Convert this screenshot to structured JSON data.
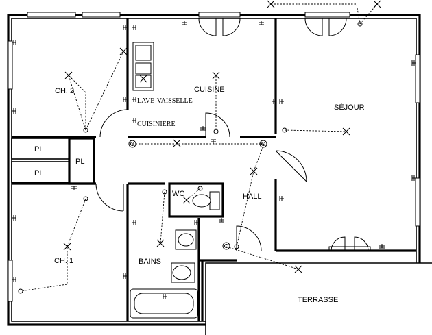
{
  "rooms": {
    "ch2": "CH. 2",
    "ch1": "CH. 1",
    "cuisine": "CUISINE",
    "sejour": "SÉJOUR",
    "hall": "HALL",
    "bains": "BAINS",
    "wc": "WC",
    "terrasse": "TERRASSE",
    "pl_top": "PL",
    "pl_bottom": "PL",
    "pl_center": "PL"
  },
  "appliances": {
    "lave_vaisselle": "LAVE-VAISSELLE",
    "cuisiniere": "CUISINIERE"
  },
  "colors": {
    "line": "#000000",
    "background": "#ffffff"
  }
}
